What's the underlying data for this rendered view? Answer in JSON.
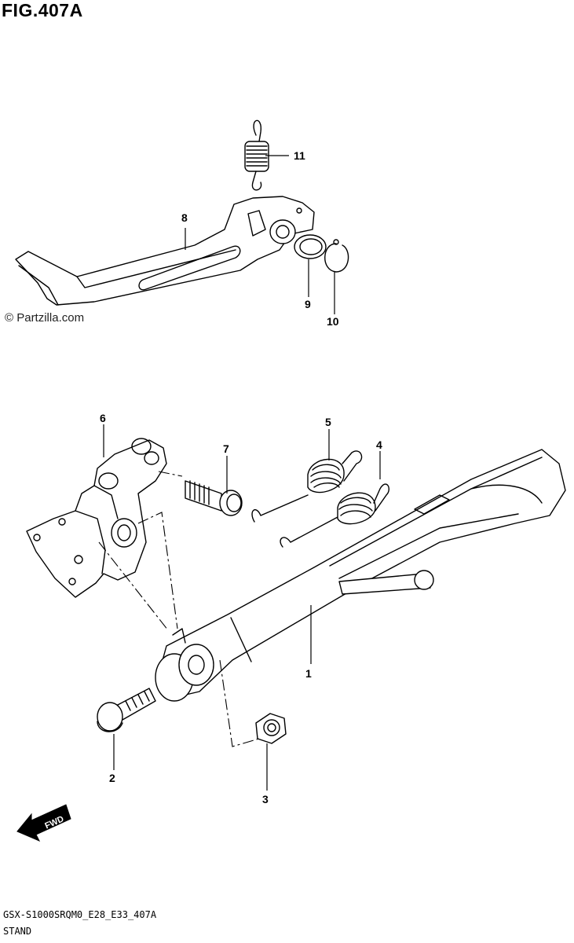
{
  "figure_title": "FIG.407A",
  "watermark": "© Partzilla.com",
  "drawing_code": "GSX-S1000SRQM0_E28_E33_407A",
  "section_name": "STAND",
  "fwd_label": "FWD",
  "callouts": [
    "1",
    "2",
    "3",
    "4",
    "5",
    "6",
    "7",
    "8",
    "9",
    "10",
    "11"
  ]
}
